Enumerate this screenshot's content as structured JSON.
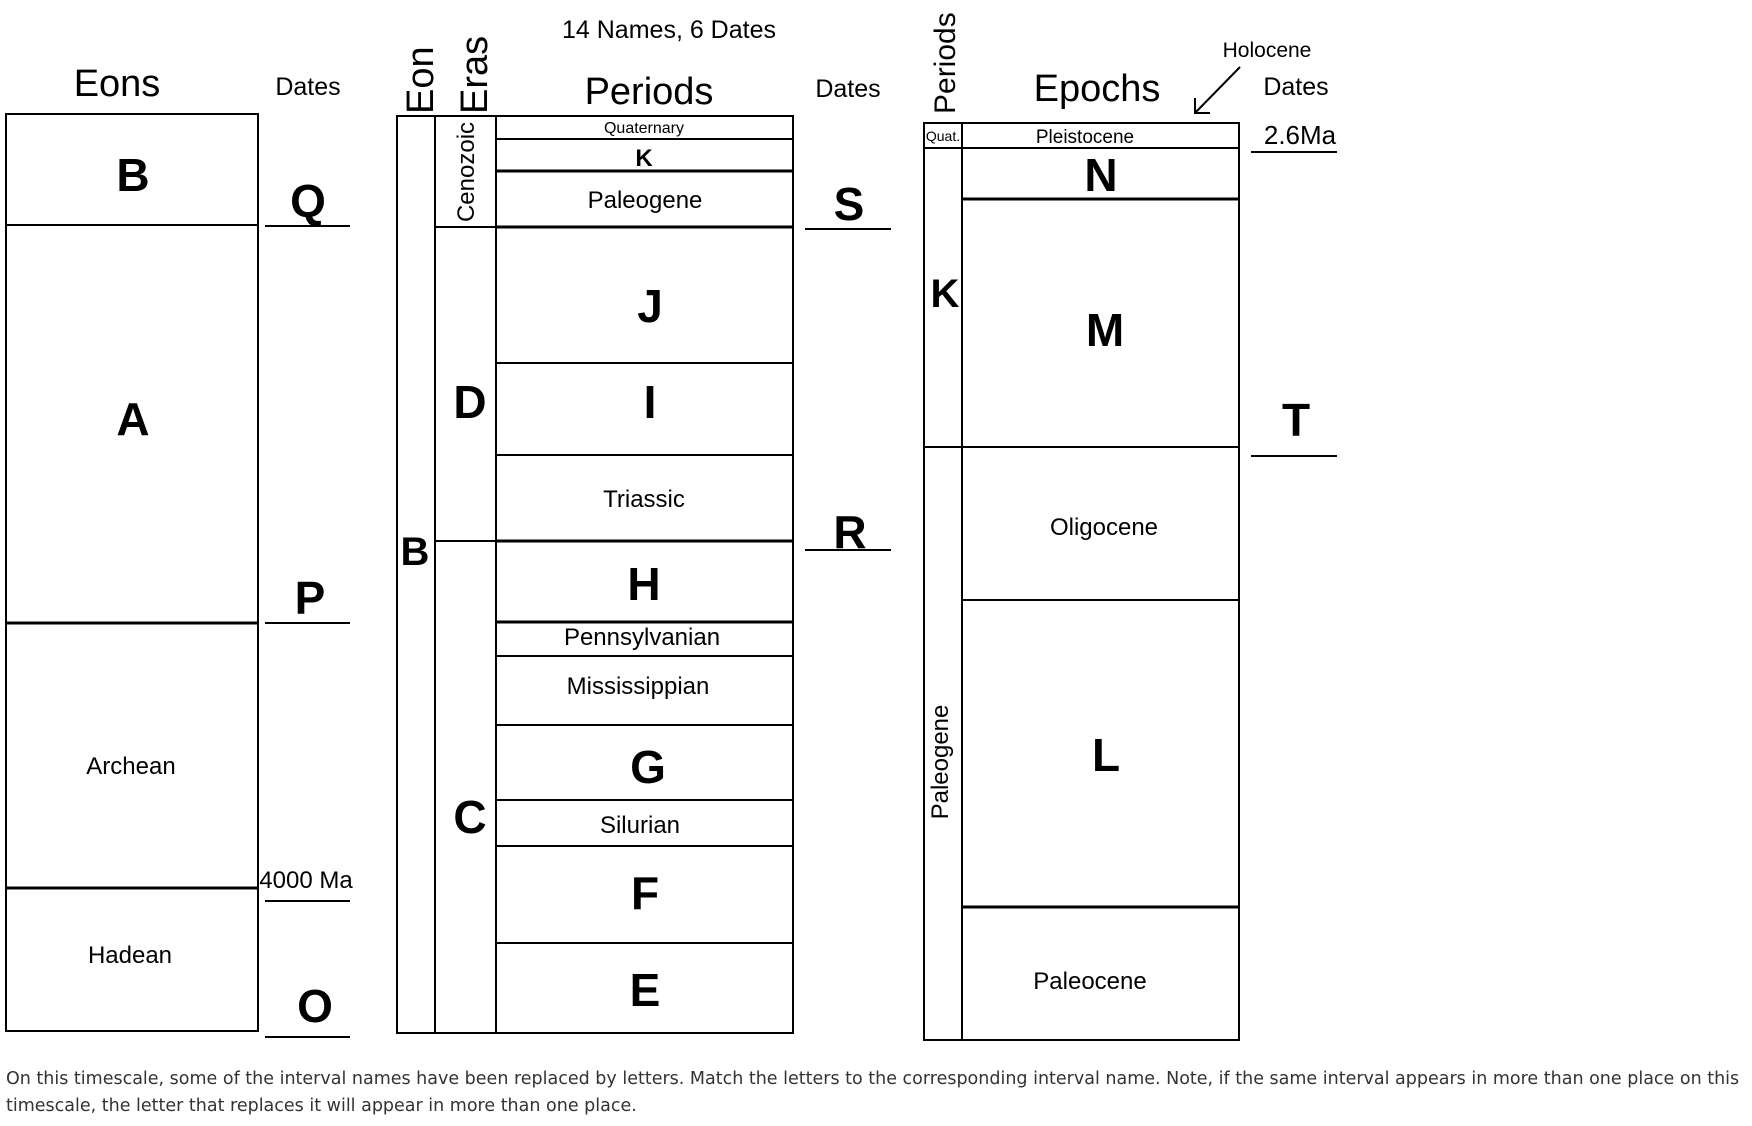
{
  "title": "14 Names, 6 Dates",
  "eons_column": {
    "header": "Eons",
    "dates_header": "Dates",
    "intervals": [
      "B",
      "A",
      "Archean",
      "Hadean"
    ],
    "dates": [
      "Q",
      "P",
      "4000 Ma",
      "O"
    ]
  },
  "periods_column": {
    "eon_header": "Eon",
    "eras_header": "Eras",
    "periods_header": "Periods",
    "dates_header": "Dates",
    "eon_label": "B",
    "eras": [
      "Cenozoic",
      "D",
      "C"
    ],
    "periods": [
      "Quaternary",
      "K",
      "Paleogene",
      "J",
      "I",
      "Triassic",
      "H",
      "Pennsylvanian",
      "Mississippian",
      "G",
      "Silurian",
      "F",
      "E"
    ],
    "dates": [
      "S",
      "R"
    ]
  },
  "epochs_column": {
    "periods_header": "Periods",
    "epochs_header": "Epochs",
    "dates_header": "Dates",
    "holocene_label": "Holocene",
    "periods": [
      "Quat.",
      "K",
      "Paleogene"
    ],
    "epochs": [
      "Pleistocene",
      "N",
      "M",
      "Oligocene",
      "L",
      "Paleocene"
    ],
    "dates": [
      "2.6Ma",
      "T"
    ]
  },
  "instructions": "On this timescale, some of the interval names have been replaced by letters. Match the letters to the corresponding interval name. Note, if the same interval appears in more than one place on this timescale,  the letter that replaces it will appear in more than one place."
}
